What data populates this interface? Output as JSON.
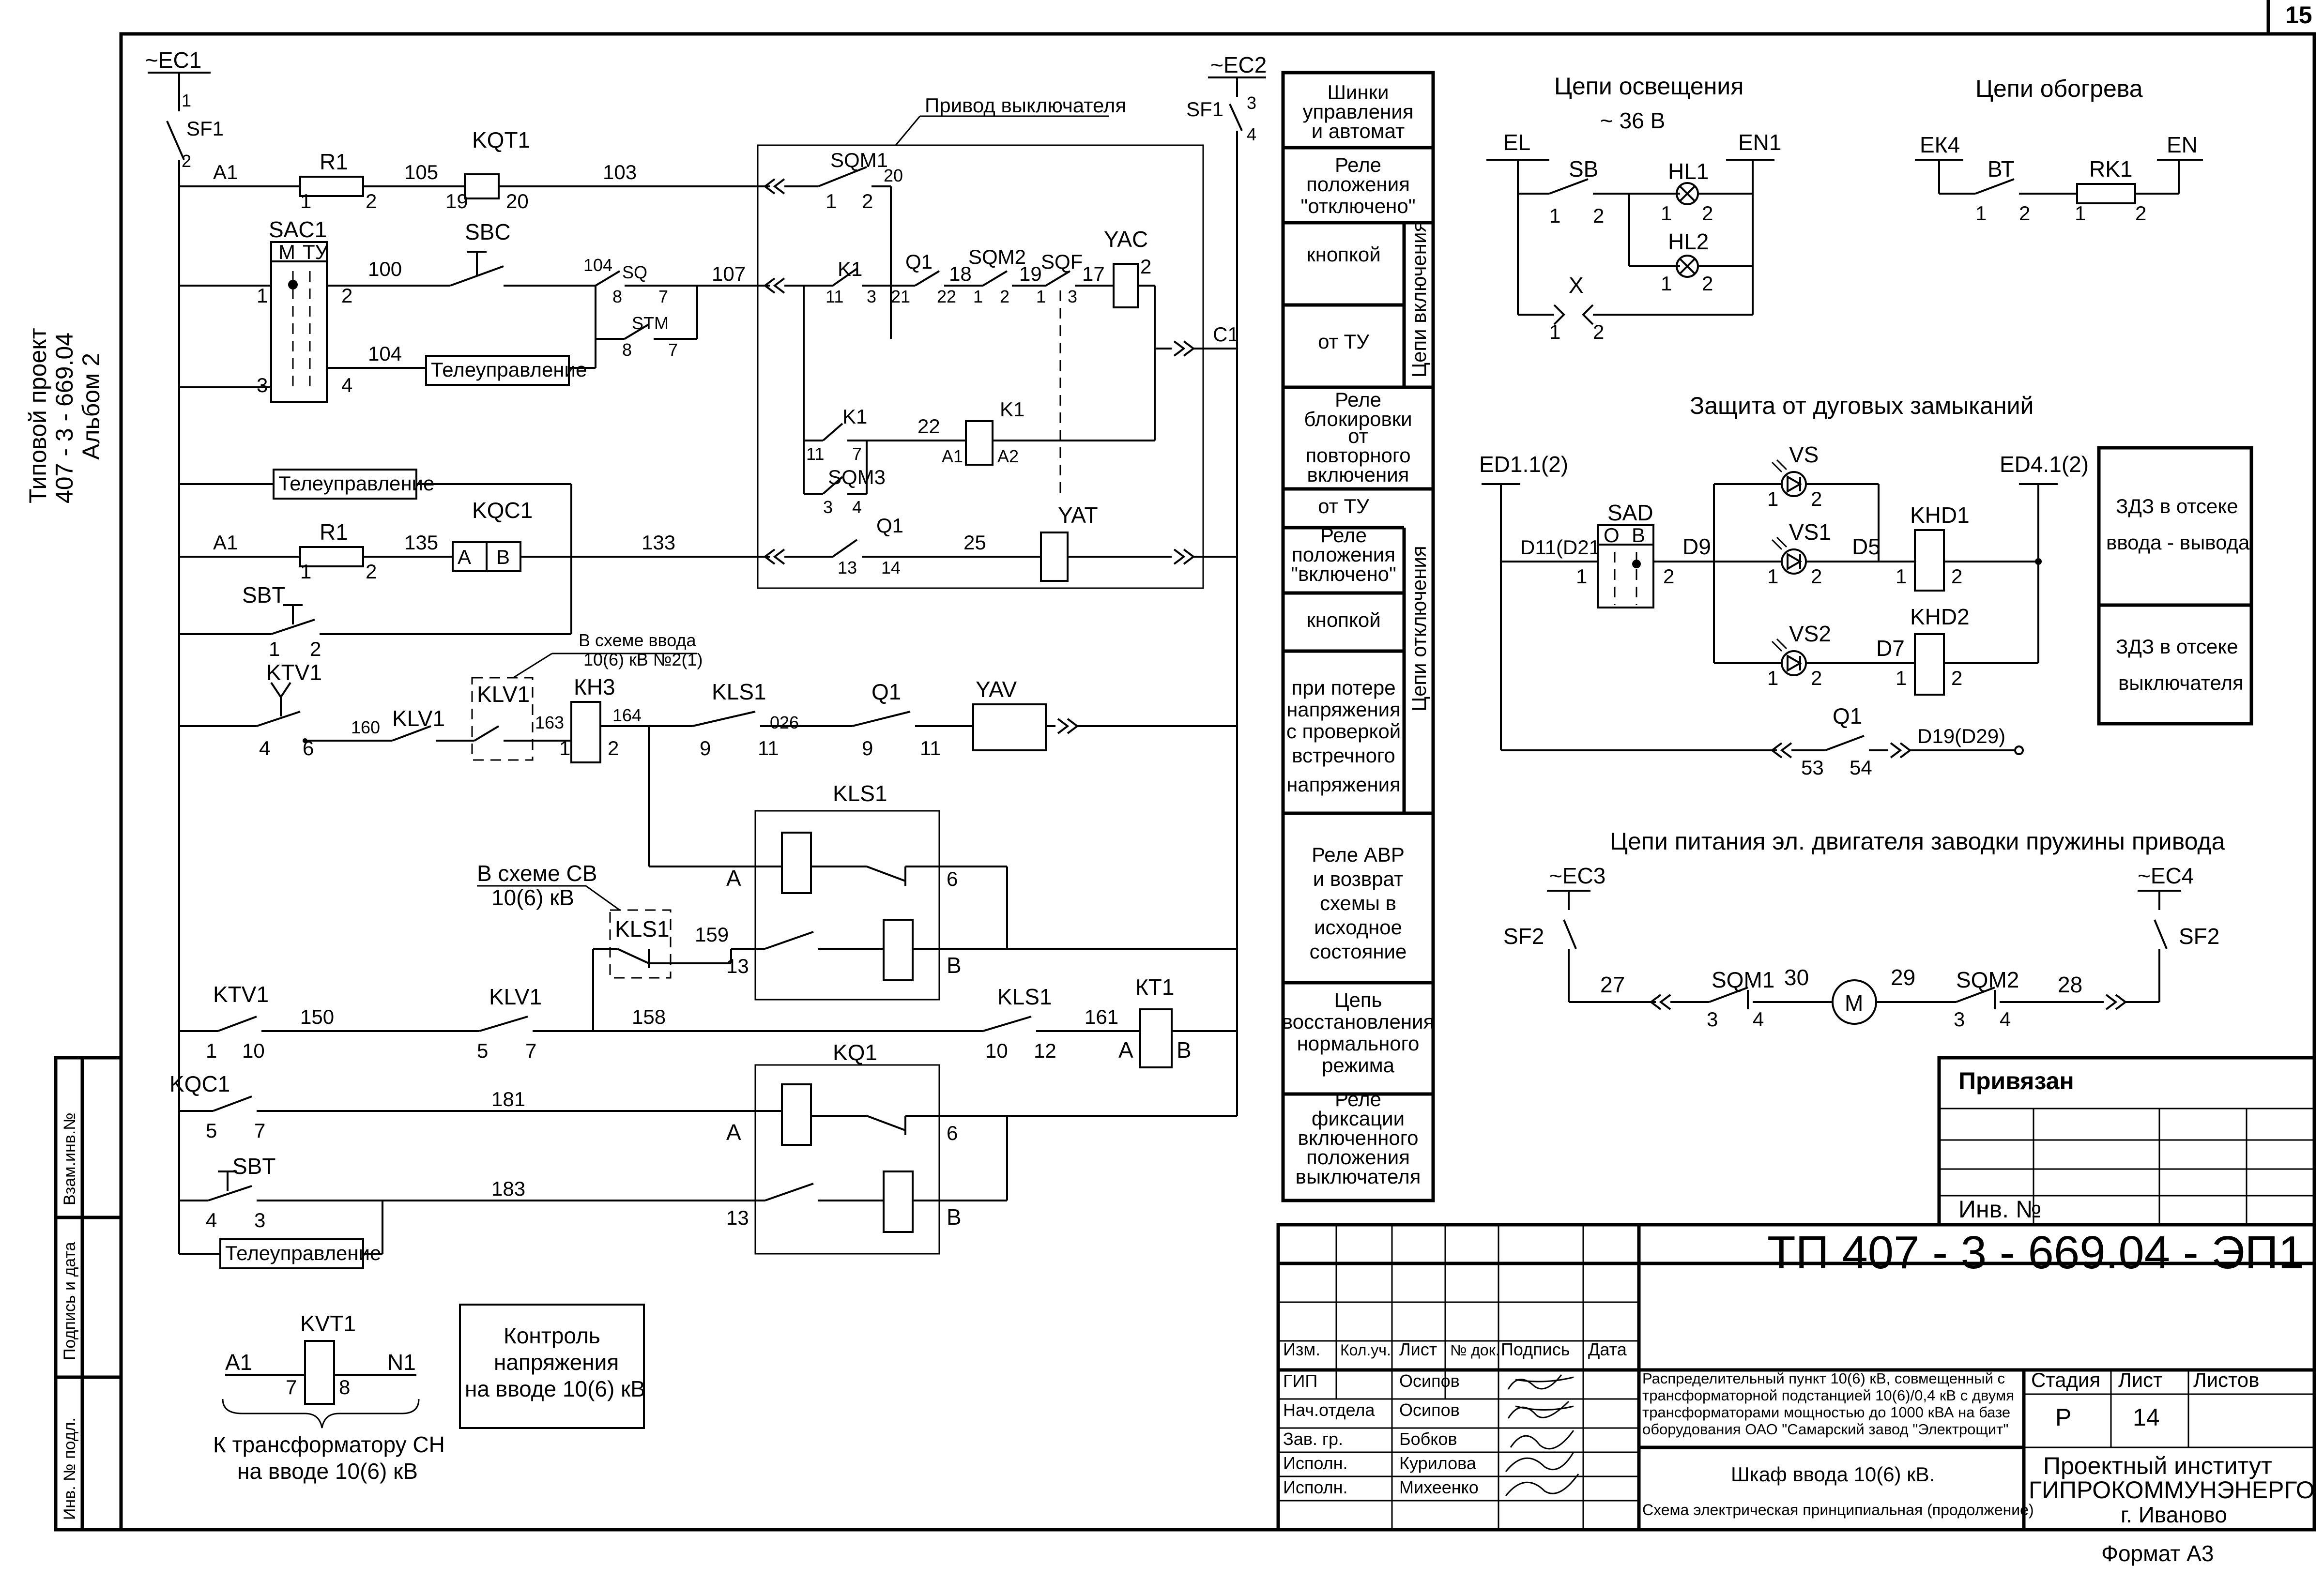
{
  "page_number": "15",
  "format_label": "Формат А3",
  "side_stamp": {
    "line1": "Типовой проект",
    "line2": "407 - 3 - 669.04",
    "line3": "Альбом 2"
  },
  "left_strip": {
    "vzam": "Взам.инв.№",
    "podpis": "Подпись и дата",
    "inv": "Инв. № подл."
  },
  "breaker_drive_label": "Привод выключателя",
  "function_column": {
    "items": [
      "Шинки",
      "управления",
      "и автомат",
      "Реле",
      "положения",
      "\"отключено\"",
      "кнопкой",
      "от ТУ",
      "Реле",
      "блокировки",
      "от",
      "повторного",
      "включения",
      "от ТУ",
      "Реле",
      "положения",
      "\"включено\"",
      "кнопкой",
      "при потере",
      "напряжения",
      "с проверкой",
      "встречного",
      "напряжения",
      "Реле АВР",
      "и возврат",
      "схемы в",
      "исходное",
      "состояние",
      "Цепь",
      "восстановления",
      "нормального",
      "режима",
      "Реле",
      "фиксации",
      "включенного",
      "положения",
      "выключателя"
    ],
    "vertical_on": "Цепи включения",
    "vertical_off": "Цепи отключения"
  },
  "main_circuit": {
    "labels": {
      "ec1": "~ЕС1",
      "ec2": "~ЕС2",
      "sf1": "SF1",
      "a1": "А1",
      "r1": "R1",
      "kqt1": "KQT1",
      "kqc1": "KQC1",
      "sac1": "SAC1",
      "sac_m": "М",
      "sac_tu": "ТУ",
      "sbc": "SBC",
      "sq": "SQ",
      "stm": "STM",
      "sqm1": "SQM1",
      "q1": "Q1",
      "k1": "K1",
      "sqm2": "SQM2",
      "sqf": "SQF",
      "yac": "YAC",
      "c1": "C1",
      "sqm3": "SQM3",
      "yat": "YAT",
      "sbt": "SBT",
      "ktv1": "KTV1",
      "klv1": "KLV1",
      "kh3": "КН3",
      "kls1": "KLS1",
      "yav": "YAV",
      "kt1": "КТ1",
      "kq1": "KQ1",
      "kvt1": "KVT1",
      "n1": "N1",
      "telecontrol": "Телеуправление",
      "scheme_input_1": "В схеме ввода",
      "scheme_input_2": "10(6) кВ №2(1)",
      "scheme_sv_1": "В схеме СВ",
      "scheme_sv_2": "10(6) кВ",
      "transformer_1": "К трансформатору СН",
      "transformer_2": "на вводе 10(6) кВ",
      "voltage_ctrl_1": "Контроль",
      "voltage_ctrl_2": "напряжения",
      "voltage_ctrl_3": "на вводе 10(6) кВ",
      "pA": "А",
      "pB": "В",
      "pO": "О"
    },
    "wires": [
      "105",
      "103",
      "100",
      "104",
      "107",
      "18",
      "19",
      "17",
      "22",
      "135",
      "133",
      "25",
      "160",
      "163",
      "164",
      "026",
      "150",
      "158",
      "161",
      "181",
      "183",
      "159"
    ],
    "pins": [
      "1",
      "2",
      "3",
      "4",
      "5",
      "6",
      "7",
      "8",
      "9",
      "10",
      "11",
      "12",
      "13",
      "14",
      "19",
      "20",
      "21"
    ]
  },
  "lighting": {
    "title": "Цепи освещения",
    "voltage": "~ 36 В",
    "labels": [
      "EL",
      "SB",
      "HL1",
      "HL2",
      "EN1",
      "X"
    ]
  },
  "heating": {
    "title": "Цепи обогрева",
    "labels": [
      "ЕК4",
      "ВТ",
      "RK1",
      "EN"
    ]
  },
  "arc": {
    "title": "Защита от дуговых замыканий",
    "labels": [
      "ED1.1(2)",
      "ED4.1(2)",
      "SAD",
      "D11(D21)",
      "D9",
      "D5",
      "D7",
      "VS",
      "VS1",
      "VS2",
      "KHD1",
      "KHD2",
      "Q1",
      "D19(D29)",
      "53",
      "54"
    ],
    "zdz1": [
      "ЗДЗ в  отсеке",
      "ввода - вывода"
    ],
    "zdz2": [
      "ЗДЗ в  отсеке",
      "выключателя"
    ]
  },
  "motor": {
    "title": "Цепи питания эл. двигателя заводки пружины привода",
    "labels": [
      "~ЕС3",
      "~ЕС4",
      "SF2",
      "SQM1",
      "SQM2",
      "M",
      "27",
      "30",
      "29",
      "28"
    ]
  },
  "privyazan": {
    "title": "Привязан",
    "inv": "Инв. №"
  },
  "title_block": {
    "doc_code": "ТП  407 - 3 - 669.04 - ЭП1",
    "columns": [
      "Изм.",
      "Кол.уч.",
      "Лист",
      "№ док.",
      "Подпись",
      "Дата"
    ],
    "roles": [
      "ГИП",
      "Нач.отдела",
      "Зав. гр.",
      "Исполн.",
      "Исполн."
    ],
    "names": [
      "Осипов",
      "Осипов",
      "Бобков",
      "Курилова",
      "Михеенко"
    ],
    "description": [
      "Распределительный пункт 10(6) кВ, совмещенный с",
      "трансформаторной подстанцией 10(6)/0,4 кВ с двумя",
      "трансформаторами мощностью до 1000 кВА на базе",
      "оборудования ОАО \"Самарский завод \"Электрощит\""
    ],
    "sheet_title_1": "Шкаф ввода 10(6) кВ.",
    "sheet_title_2": "Схема электрическая принципиальная (продолжение)",
    "stage_label": "Стадия",
    "sheet_label": "Лист",
    "sheets_label": "Листов",
    "stage": "Р",
    "sheet": "14",
    "org1": "Проектный институт",
    "org2": "ГИПРОКОММУНЭНЕРГО",
    "org3": "г. Иваново"
  }
}
